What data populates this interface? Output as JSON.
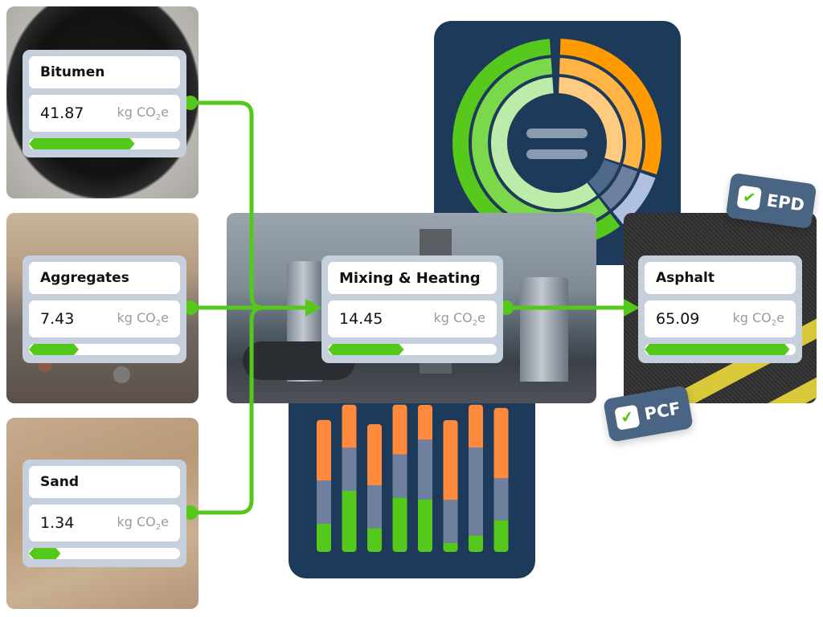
{
  "unit_prefix": "kg CO",
  "unit_sub": "2",
  "unit_suffix": "e",
  "inputs": [
    {
      "name": "Bitumen",
      "value": "41.87",
      "progress": 0.7
    },
    {
      "name": "Aggregates",
      "value": "7.43",
      "progress": 0.33
    },
    {
      "name": "Sand",
      "value": "1.34",
      "progress": 0.21
    }
  ],
  "process": {
    "name": "Mixing & Heating",
    "value": "14.45",
    "progress": 0.45
  },
  "output": {
    "name": "Asphalt",
    "value": "65.09",
    "progress": 0.96
  },
  "badges": {
    "epd": "EPD",
    "pcf": "PCF"
  },
  "colors": {
    "green": "#55c81c",
    "navy": "#1d3a5a",
    "orange": "#ff8a3d",
    "slate": "#6f809e"
  },
  "charts": {
    "donut": {
      "rings": [
        {
          "segments": [
            {
              "value": 58,
              "color": "#56c91c"
            },
            {
              "value": 29,
              "color": "#ff9a00"
            },
            {
              "value": 9,
              "color": "#b0c0e0"
            }
          ]
        },
        {
          "segments": [
            {
              "value": 58,
              "color": "#7ad84a"
            },
            {
              "value": 29,
              "color": "#ffb445"
            },
            {
              "value": 9,
              "color": "#6f809e"
            }
          ]
        },
        {
          "segments": [
            {
              "value": 58,
              "color": "#bcebaa"
            },
            {
              "value": 29,
              "color": "#ffcb80"
            },
            {
              "value": 9,
              "color": "#50688c"
            }
          ]
        }
      ]
    },
    "stacked_bars": [
      [
        105,
        162,
        226
      ],
      [
        228,
        161,
        161
      ],
      [
        89,
        160,
        228
      ],
      [
        203,
        161,
        186
      ],
      [
        195,
        224,
        130
      ],
      [
        34,
        160,
        298
      ],
      [
        62,
        328,
        160
      ],
      [
        119,
        156,
        263
      ]
    ]
  }
}
